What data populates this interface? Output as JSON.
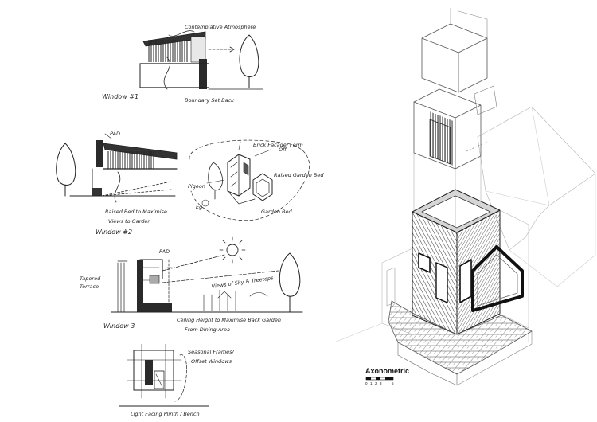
{
  "sketches": {
    "s1": {
      "title": "Window #1",
      "note_roof": "Contemplative Atmosphere",
      "note_base": "Boundary Set Back"
    },
    "s2": {
      "title": "Window #2",
      "note_top": "PAD",
      "note_bottom_1": "Raised Bed to Maximise",
      "note_bottom_2": "Views to Garden"
    },
    "s_iso": {
      "note_a": "Brick Facade/ Form",
      "note_b": "Off",
      "note_c": "Raised Garden Bed",
      "note_d": "Pigeon",
      "note_e": "Garden Bed",
      "note_f": "Eg"
    },
    "s3": {
      "title": "Window 3",
      "note_left_1": "Tapered",
      "note_left_2": "Terrace",
      "note_pad": "PAD",
      "note_views": "Views of Sky & Treetops",
      "note_bottom_1": "Ceiling Height to Maximise Back Garden",
      "note_bottom_2": "From Dining Area"
    },
    "s4": {
      "note_right_1": "Seasonal Frames/",
      "note_right_2": "Offset Windows",
      "note_bottom": "Light Facing Plinth / Bench"
    }
  },
  "axonometric": {
    "title": "Axonometric",
    "scale_ticks": [
      "0",
      "1",
      "2",
      "3",
      "5"
    ]
  }
}
